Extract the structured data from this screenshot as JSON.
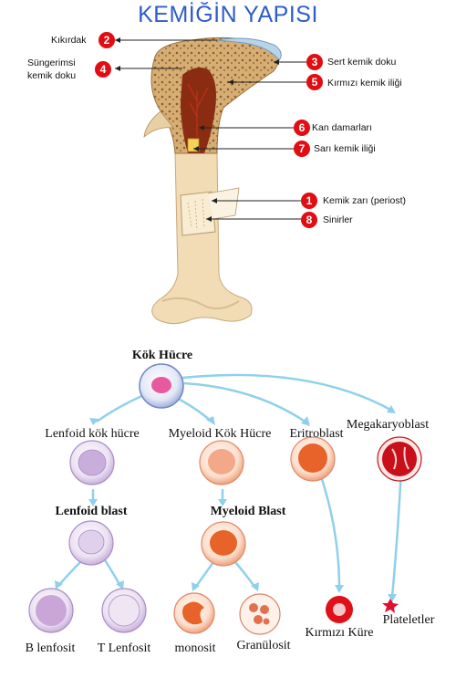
{
  "title": "KEMİĞİN YAPISI",
  "bone_labels": [
    {
      "num": "2",
      "text": "Kıkırdak"
    },
    {
      "num": "4",
      "text_line1": "Süngerimsi",
      "text_line2": "kemik doku"
    },
    {
      "num": "3",
      "text": "Sert kemik doku"
    },
    {
      "num": "5",
      "text": "Kırmızı kemik iliği"
    },
    {
      "num": "6",
      "text": "Kan damarları"
    },
    {
      "num": "7",
      "text": "Sarı kemik iliği"
    },
    {
      "num": "1",
      "text": "Kemik zarı (periost)"
    },
    {
      "num": "8",
      "text": "Sinirler"
    }
  ],
  "cells": {
    "stem": "Kök Hücre",
    "lymphoid_stem": "Lenfoid kök hücre",
    "myeloid_stem": "Myeloid Kök Hücre",
    "erythroblast": "Eritroblast",
    "megakaryoblast": "Megakaryoblast",
    "lymphoid_blast": "Lenfoid blast",
    "myeloid_blast": "Myeloid Blast",
    "b_lymphocyte": "B lenfosit",
    "t_lymphocyte": "T Lenfosit",
    "monocyte": "monosit",
    "granulocyte": "Granülosit",
    "red_cell": "Kırmızı Küre",
    "platelets": "Plateletler"
  },
  "colors": {
    "title": "#2f5cc8",
    "badge": "#e10d12",
    "arrow": "#8fd0ec",
    "bone": "#f3ddb8",
    "spongy": "#c89a5c",
    "marrow_red": "#8a2c12",
    "cartilage": "#b9d4e8",
    "lymph_cell": "#c9b0dc",
    "myeloid_cell": "#f0a07a",
    "erythroid_cell": "#e8632a",
    "red_cell": "#e01018",
    "stem_nucleus": "#e85aa0"
  }
}
